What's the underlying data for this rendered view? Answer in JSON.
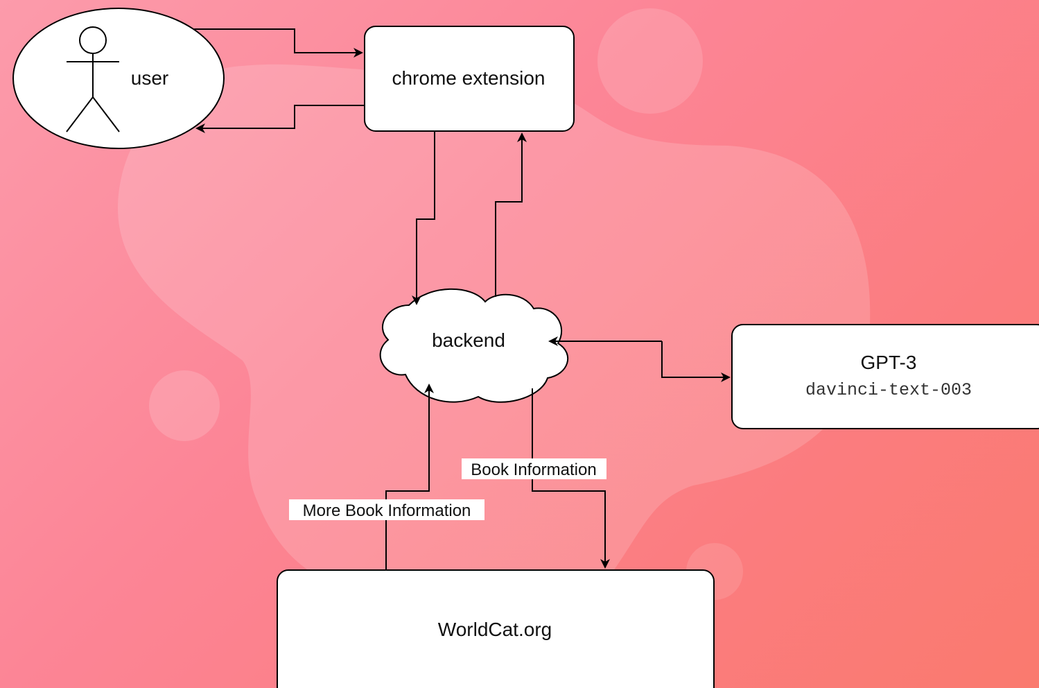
{
  "nodes": {
    "user": {
      "label": "user"
    },
    "chrome_extension": {
      "label": "chrome extension"
    },
    "backend": {
      "label": "backend"
    },
    "gpt3": {
      "title": "GPT-3",
      "subtitle": "davinci-text-003"
    },
    "worldcat": {
      "label": "WorldCat.org"
    }
  },
  "edges": {
    "book_information": "Book Information",
    "more_book_information": "More Book Information"
  },
  "colors": {
    "background_start": "#fc9bab",
    "background_end": "#fa7a6e",
    "node_fill": "#ffffff",
    "stroke": "#000000"
  }
}
